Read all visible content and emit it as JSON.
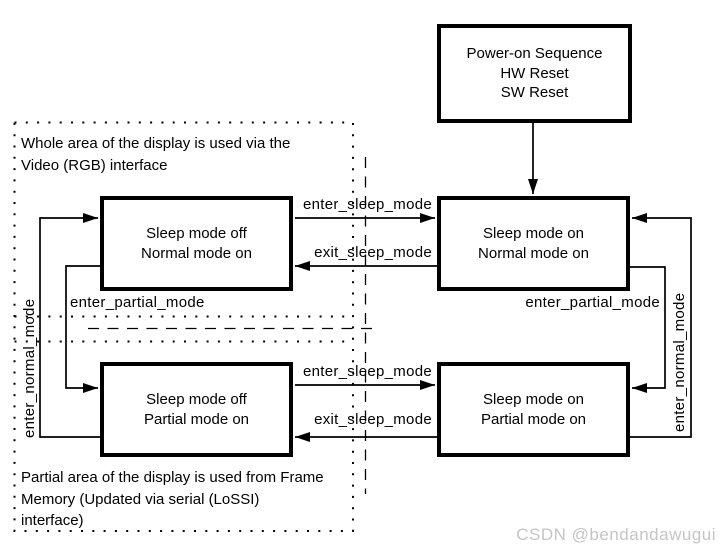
{
  "colors": {
    "line": "#000000",
    "text": "#000000",
    "watermark": "#c5c5c5",
    "background": "#ffffff"
  },
  "boxes": {
    "power_on": {
      "lines": [
        "Power-on Sequence",
        "HW Reset",
        "SW Reset"
      ]
    },
    "sleep_off_normal_on": {
      "lines": [
        "Sleep mode off",
        "Normal mode on"
      ]
    },
    "sleep_on_normal_on": {
      "lines": [
        "Sleep mode on",
        "Normal mode on"
      ]
    },
    "sleep_off_partial_on": {
      "lines": [
        "Sleep mode off",
        "Partial mode on"
      ]
    },
    "sleep_on_partial_on": {
      "lines": [
        "Sleep mode on",
        "Partial mode on"
      ]
    }
  },
  "transitions": {
    "enter_sleep_top": "enter_sleep_mode",
    "exit_sleep_top": "exit_sleep_mode",
    "enter_sleep_bottom": "enter_sleep_mode",
    "exit_sleep_bottom": "exit_sleep_mode",
    "enter_partial_left": "enter_partial_mode",
    "enter_partial_right": "enter_partial_mode",
    "enter_normal_left": "enter_normal_mode",
    "enter_normal_right": "enter_normal_mode"
  },
  "regions": {
    "rgb_interface": {
      "lines": [
        "Whole area of the display is used via the",
        "Video (RGB) interface"
      ]
    },
    "partial_frame_memory": {
      "lines": [
        "Partial area of the display is used from Frame",
        "Memory (Updated via serial (LoSSI)",
        "interface)"
      ]
    }
  },
  "watermark": "CSDN @bendandawugui"
}
